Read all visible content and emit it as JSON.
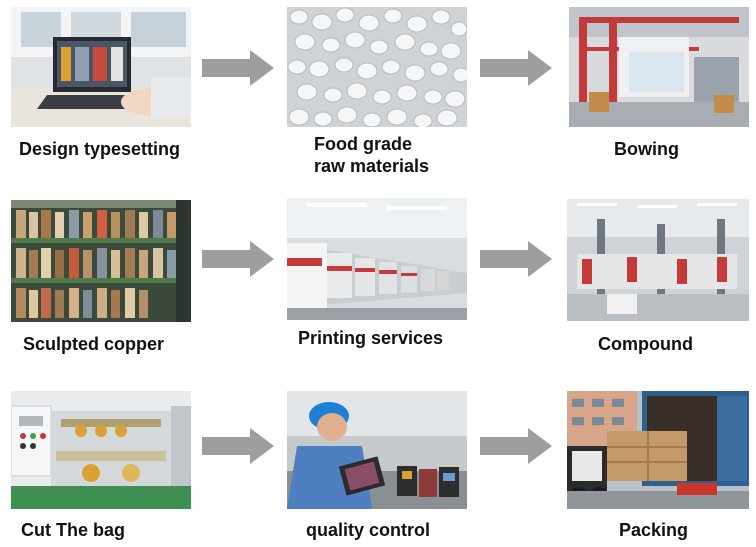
{
  "steps": [
    {
      "label": "Design typesetting",
      "photo": "designer-at-laptop"
    },
    {
      "label": "Food grade\nraw materials",
      "photo": "plastic-pellets"
    },
    {
      "label": "Bowing",
      "photo": "film-blowing-machine"
    },
    {
      "label": "Sculpted copper",
      "photo": "copper-cylinder-shelves"
    },
    {
      "label": "Printing services",
      "photo": "gravure-printing-press"
    },
    {
      "label": "Compound",
      "photo": "laminating-machines"
    },
    {
      "label": "Cut The bag",
      "photo": "slitting-machine"
    },
    {
      "label": "quality control",
      "photo": "inspector-checking-bags"
    },
    {
      "label": "Packing",
      "photo": "forklift-loading-container"
    }
  ],
  "arrow_icon": "right-arrow-icon",
  "colors": {
    "arrow": "#9e9e9e",
    "caption": "#111111",
    "background": "#ffffff"
  }
}
